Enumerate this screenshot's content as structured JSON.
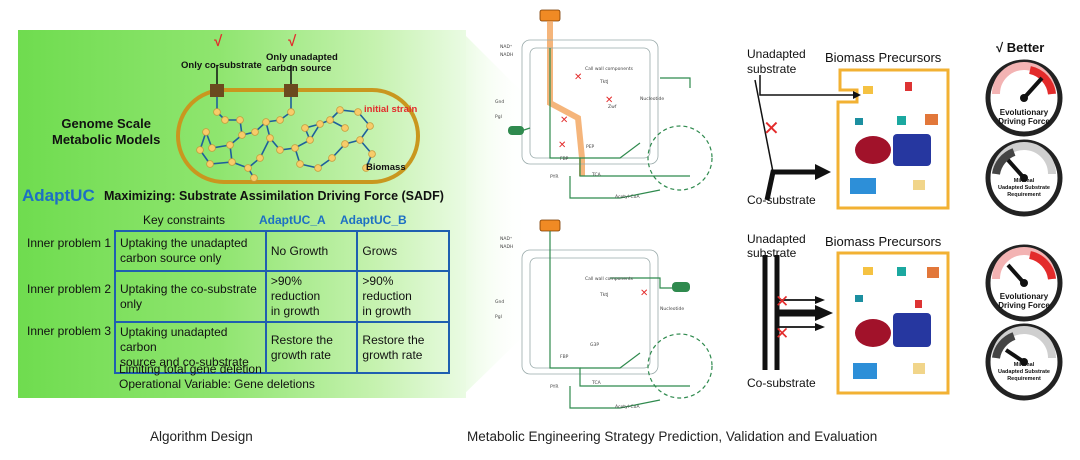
{
  "left": {
    "co_substrate_label": "Only co-substrate",
    "unadapted_label_line1": "Only unadapted",
    "unadapted_label_line2": "carbon source",
    "checkmark": "√",
    "initial_strain": "initial strain",
    "gsm_line1": "Genome Scale",
    "gsm_line2": "Metabolic Models",
    "biomass": "Biomass",
    "algorithm": "AdaptUC",
    "objective": "Maximizing: Substrate Assimilation Driving Force (SADF)",
    "key_constraints": "Key constraints",
    "col_a": "AdaptUC_A",
    "col_b": "AdaptUC_B",
    "rows": [
      {
        "label": "Inner problem 1",
        "constraint": [
          "Uptaking the unadapted",
          "carbon source only"
        ],
        "a": [
          "No Growth"
        ],
        "b": [
          "Grows"
        ]
      },
      {
        "label": "Inner problem 2",
        "constraint": [
          "Uptaking the co-substrate",
          "only"
        ],
        "a": [
          ">90% reduction",
          "in growth"
        ],
        "b": [
          ">90% reduction",
          "in growth"
        ]
      },
      {
        "label": "Inner problem 3",
        "constraint": [
          "Uptaking unadapted carbon",
          "source and co-substrate"
        ],
        "a": [
          "Restore the",
          "growth rate"
        ],
        "b": [
          "Restore the",
          "growth rate"
        ]
      }
    ],
    "limit_line": "Limiting total gene deletion",
    "operational_line": "Operational Variable:  Gene deletions"
  },
  "right": {
    "unadapted_line1": "Unadapted",
    "unadapted_line2_top": "substrate",
    "unadapted_line2_bottom": "substrate",
    "biomass_precursors": "Biomass Precursors",
    "co_substrate": "Co-substrate",
    "better": "√ Better",
    "gauge1_line1": "Evolutionary",
    "gauge1_line2": "Driving Force",
    "gauge2_line1": "Minimal",
    "gauge2_line2": "Uadapted Substrate",
    "gauge2_line3": "Requirement",
    "cross": "✕"
  },
  "captions": {
    "left": "Algorithm Design",
    "right": "Metabolic Engineering Strategy Prediction,  Validation and  Evaluation"
  },
  "colors": {
    "accent_blue": "#1d6fc4",
    "cross_red": "#e32b2b",
    "box_orange": "#f2b133",
    "cell_wall": "#c9971f",
    "node_yellow": "#f7cc6a",
    "pathway_green": "#2f8a4e"
  }
}
